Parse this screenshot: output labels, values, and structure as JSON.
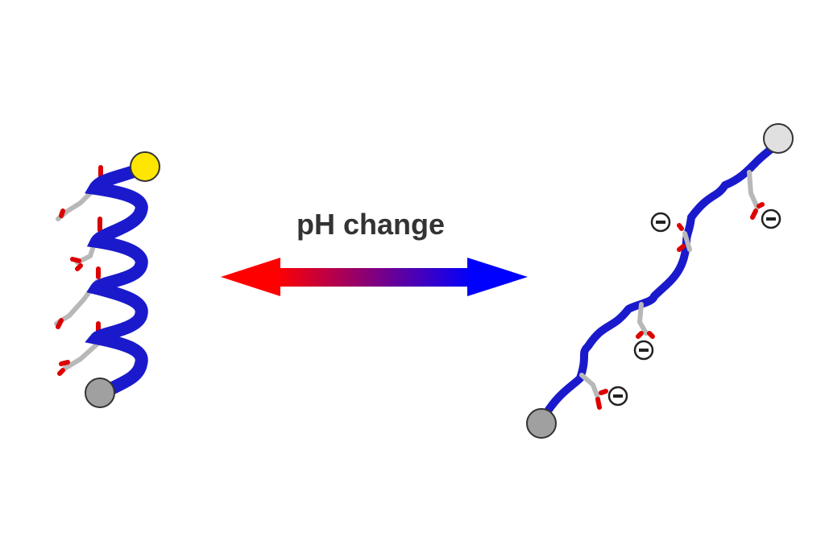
{
  "diagram": {
    "title": "pH change",
    "arrow": {
      "left_color": "#ff0000",
      "mid_color": "#800080",
      "right_color": "#0000ff",
      "direction": "bidirectional"
    },
    "left_state": {
      "form": "alpha-helix",
      "backbone_color": "#1a1acc",
      "top_terminus_color": "#ffe600",
      "bottom_terminus_color": "#a0a0a0",
      "side_chains": 4
    },
    "right_state": {
      "form": "extended-coil",
      "backbone_color": "#1a1acc",
      "top_terminus_color": "#e0e0e0",
      "bottom_terminus_color": "#a0a0a0",
      "side_chains": 4,
      "charges": [
        "−",
        "−",
        "−",
        "−"
      ]
    },
    "colors": {
      "oxygen": "#dd0000",
      "carbon": "#b8b8b8",
      "charge_outline": "#222222"
    }
  }
}
